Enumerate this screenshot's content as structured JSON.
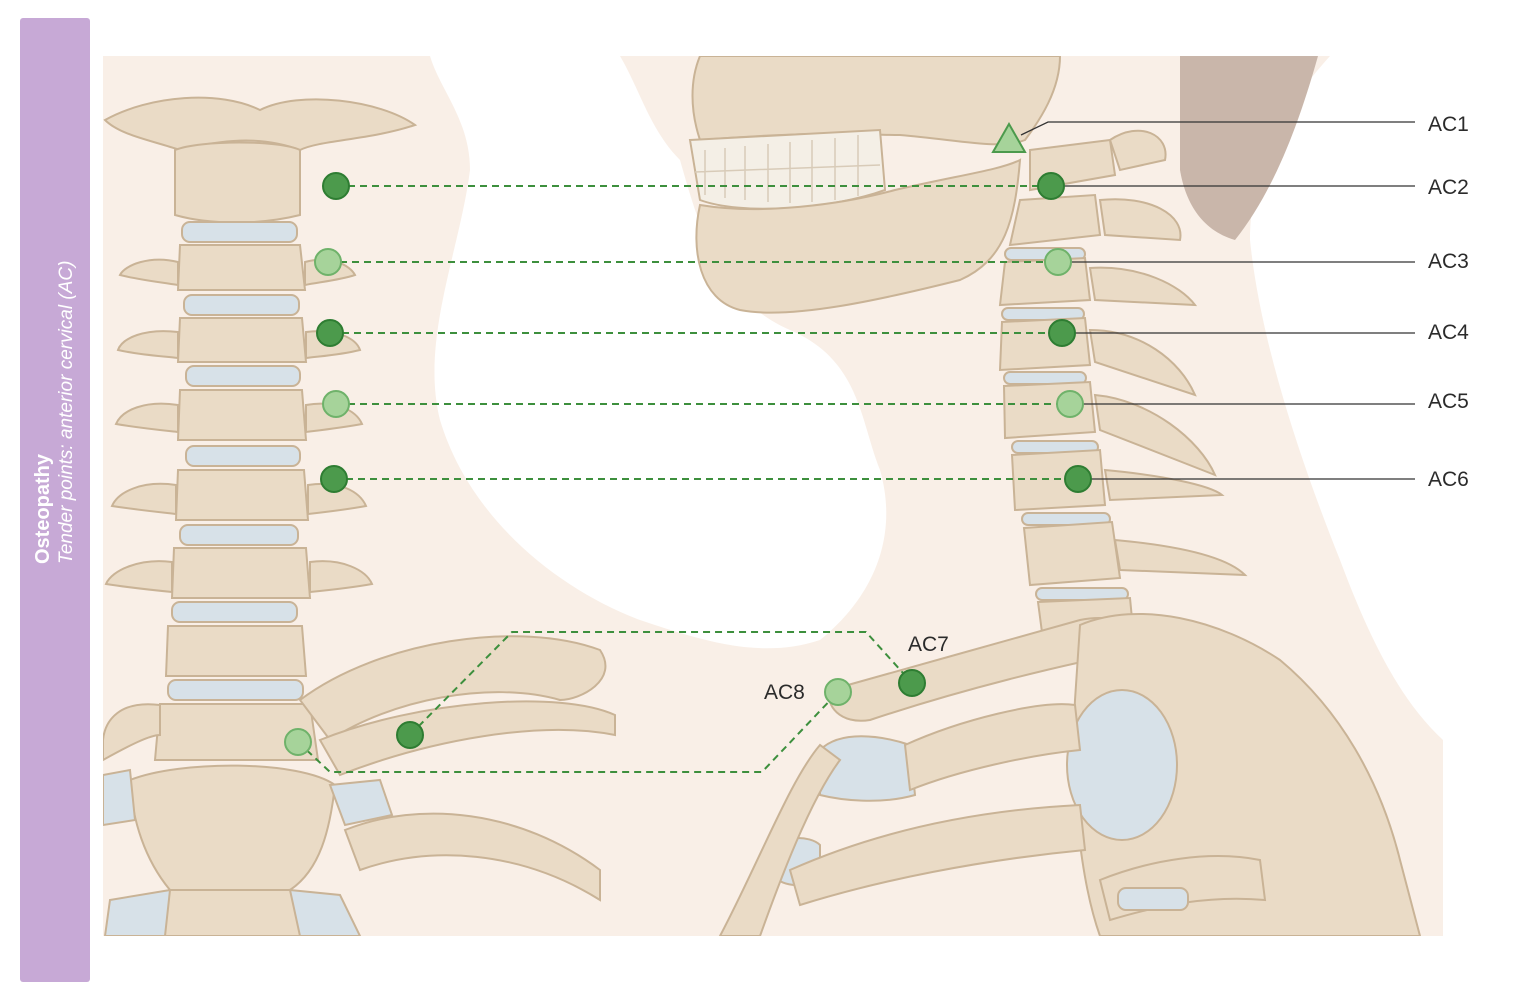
{
  "sidebar": {
    "title": "Osteopathy",
    "subtitle": "Tender points: anterior cervical (AC)"
  },
  "colors": {
    "sidebar": "#c7a9d6",
    "skin": "#f9efe7",
    "bone": "#eadbc6",
    "bone_outline": "#c9b396",
    "disc": "#d7e1e8",
    "point_dark": "#4c9a4c",
    "point_light": "#a6d39a",
    "dashed_line": "#3d8f3d",
    "leader_line": "#333333"
  },
  "tender_points": [
    {
      "id": "AC1",
      "label": "AC1",
      "shape": "triangle"
    },
    {
      "id": "AC2",
      "label": "AC2",
      "shape": "circle",
      "tone": "dark"
    },
    {
      "id": "AC3",
      "label": "AC3",
      "shape": "circle",
      "tone": "light"
    },
    {
      "id": "AC4",
      "label": "AC4",
      "shape": "circle",
      "tone": "dark"
    },
    {
      "id": "AC5",
      "label": "AC5",
      "shape": "circle",
      "tone": "light"
    },
    {
      "id": "AC6",
      "label": "AC6",
      "shape": "circle",
      "tone": "dark"
    },
    {
      "id": "AC7",
      "label": "AC7",
      "shape": "circle",
      "tone": "dark"
    },
    {
      "id": "AC8",
      "label": "AC8",
      "shape": "circle",
      "tone": "light"
    }
  ]
}
